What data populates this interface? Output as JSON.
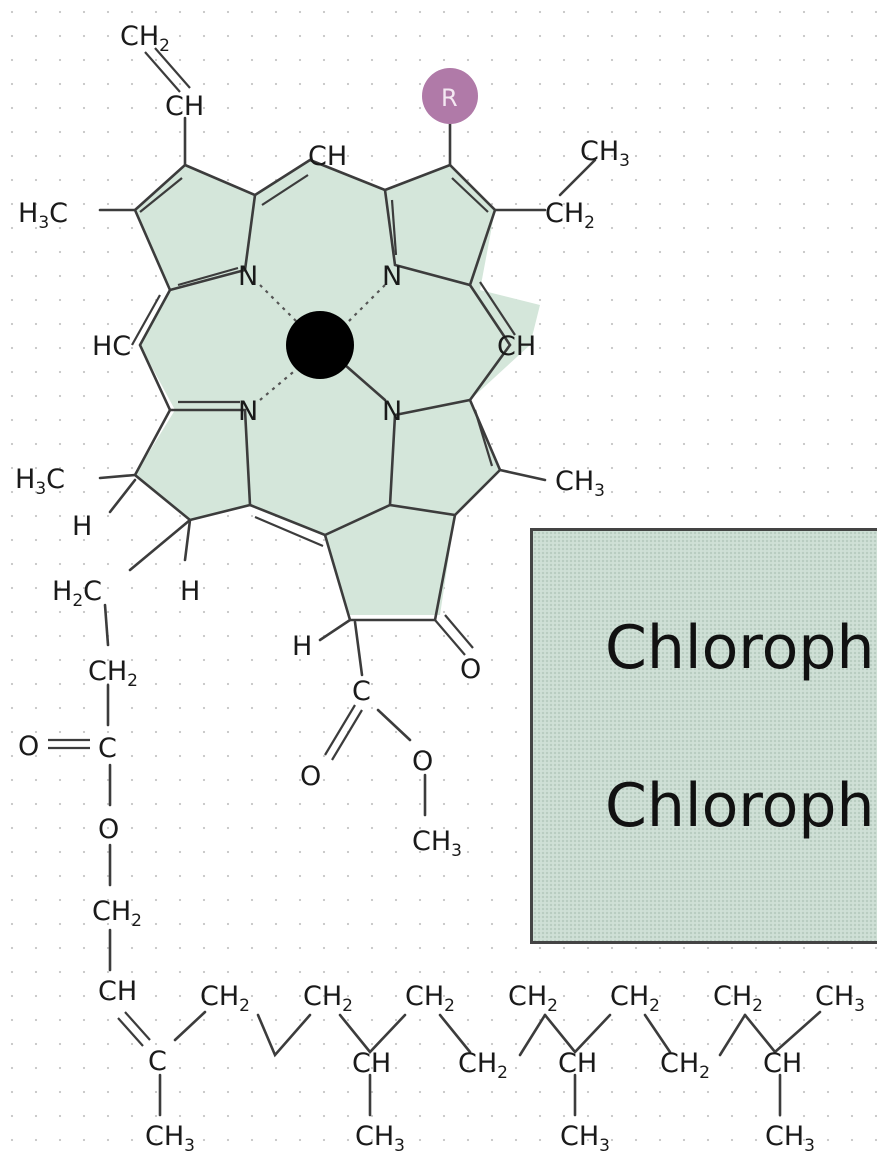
{
  "molecule": {
    "labels": {
      "ch2_vinyl": "CH",
      "ch2_vinyl_sub": "2",
      "ch_vinyl": "CH",
      "r_group": "R",
      "ch3_ethyl": "CH",
      "ch3_ethyl_sub": "3",
      "ch2_ethyl": "CH",
      "ch2_ethyl_sub": "2",
      "ch_meso_top": "CH",
      "h3c_left": "H",
      "h3c_left_sub": "3",
      "h3c_left_c": "C",
      "n_tl": "N",
      "n_tr": "N",
      "n_bl": "N",
      "n_br": "N",
      "hc_left": "HC",
      "ch_right": "CH",
      "h3c_lower": "H",
      "h3c_lower_sub": "3",
      "h3c_lower_c": "C",
      "ch3_right": "CH",
      "ch3_right_sub": "3",
      "h_a": "H",
      "h_b": "H",
      "h2c": "H",
      "h2c_sub": "2",
      "h2c_c": "C",
      "ch2_chain1": "CH",
      "ch2_chain1_sub": "2",
      "o_ester": "O",
      "c_ester": "C",
      "o_ester2": "O",
      "ch2_chain2": "CH",
      "ch2_chain2_sub": "2",
      "ch_phytol": "CH",
      "h_ring5": "H",
      "c_carboxyl": "C",
      "o_carboxyl": "O",
      "o_methoxy": "O",
      "ch3_methoxy": "CH",
      "ch3_methoxy_sub": "3",
      "o_keto": "O"
    },
    "phytyl_chain": {
      "ch2": "CH",
      "ch2_sub": "2",
      "ch": "CH",
      "c": "C",
      "ch3": "CH",
      "ch3_sub": "3"
    }
  },
  "legend": {
    "line1": "Chloroph",
    "line2": "Chloroph"
  },
  "colors": {
    "ring_fill": "#d4e6da",
    "r_group": "#b07aa8",
    "metal": "#000000",
    "legend_fill": "#cfe0d6"
  }
}
